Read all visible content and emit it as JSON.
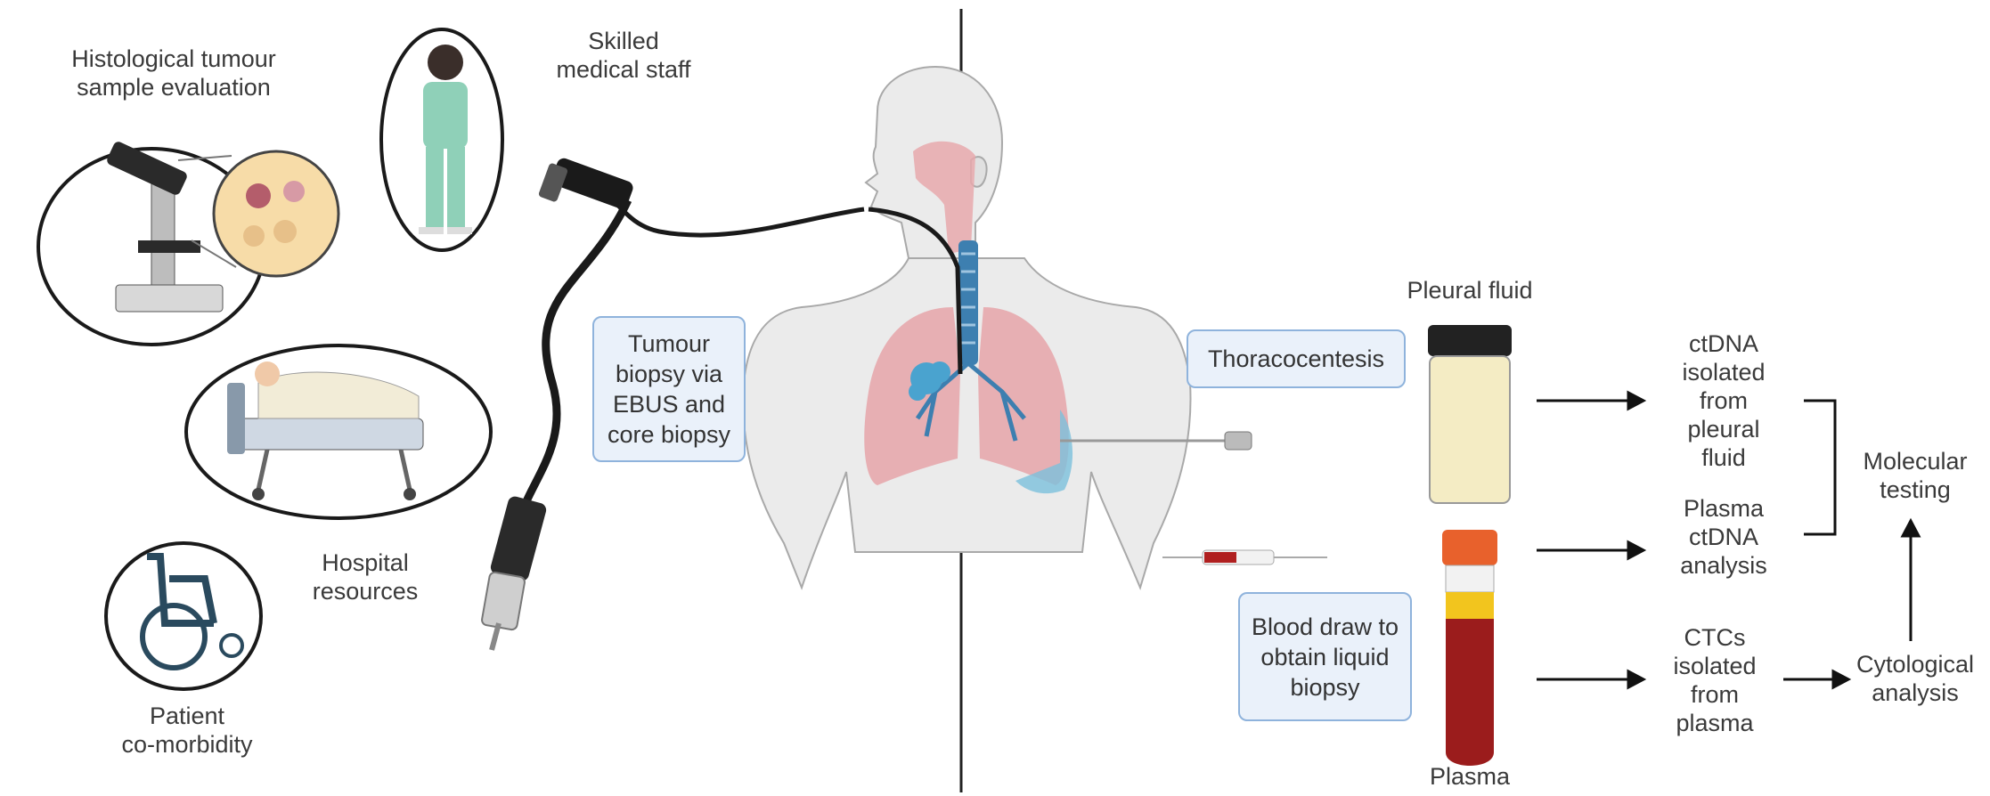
{
  "left_panel": {
    "histology_label": "Histological tumour\nsample evaluation",
    "staff_label": "Skilled\nmedical staff",
    "hospital_label": "Hospital\nresources",
    "comorbidity_label": "Patient\nco-morbidity",
    "biopsy_box": "Tumour\nbiopsy via\nEBUS and\ncore biopsy"
  },
  "right_panel": {
    "pleural_fluid_label": "Pleural fluid",
    "thoracocentesis_box": "Thoracocentesis",
    "blood_draw_box": "Blood draw to\nobtain liquid\nbiopsy",
    "plasma_label": "Plasma",
    "ctdna_pleural": "ctDNA\nisolated\nfrom\npleural\nfluid",
    "plasma_ctdna": "Plasma\nctDNA\nanalysis",
    "ctcs_label": "CTCs\nisolated\nfrom\nplasma",
    "cytological_label": "Cytological\nanalysis",
    "molecular_label": "Molecular\ntesting"
  },
  "colors": {
    "box_fill": "#eaf1fa",
    "box_border": "#8fb3dc",
    "body_fill": "#ebebeb",
    "lung_fill": "#e7a9ad",
    "airway": "#3d7fb0",
    "tumour": "#4aa3cf",
    "plasma_red": "#9b1c1c",
    "cap_orange": "#e8612c",
    "fluid_yellow": "#f4ecc4",
    "icon_dark": "#2a4a5e",
    "scrubs": "#8fd0b8"
  }
}
